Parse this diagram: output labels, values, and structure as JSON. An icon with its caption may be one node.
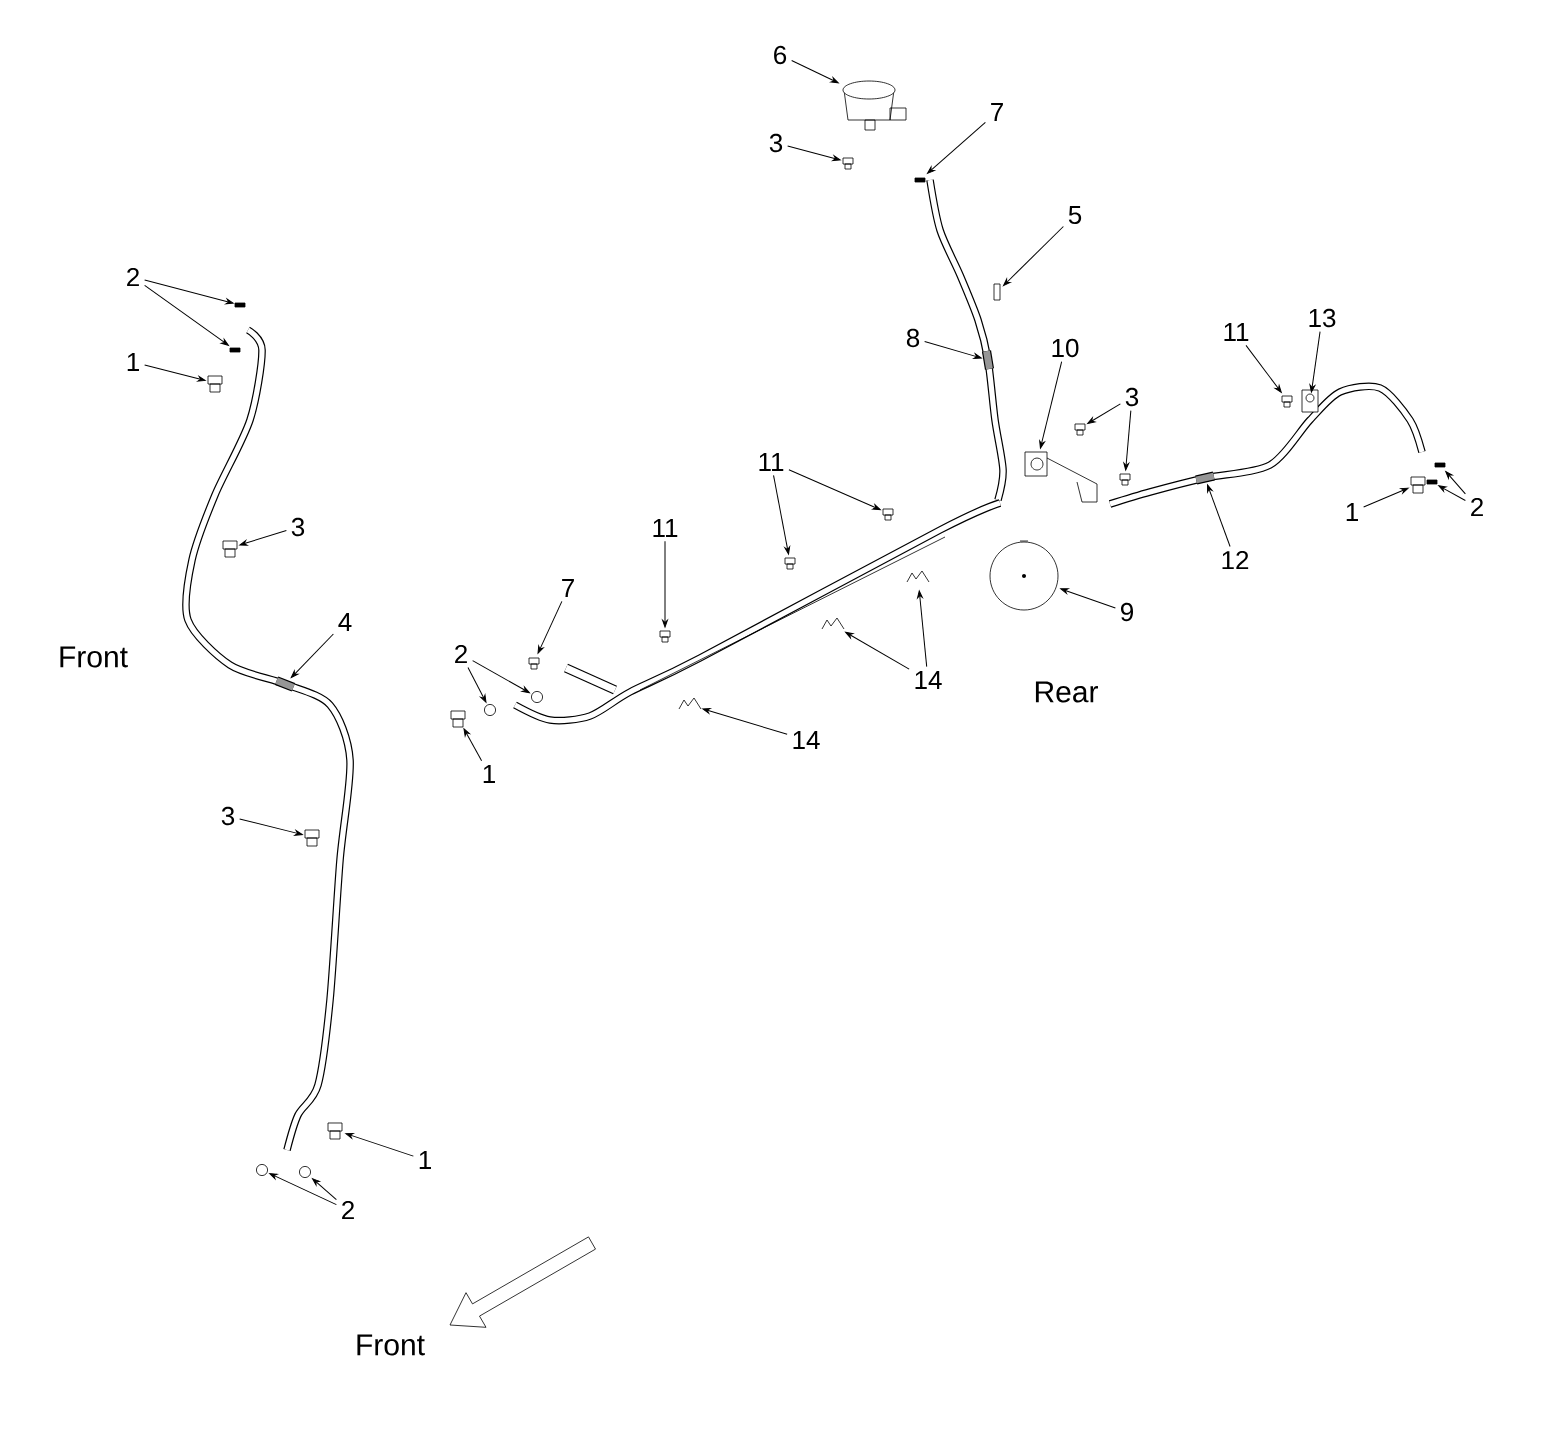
{
  "diagram": {
    "nodes": [
      {
        "text": [
          "6"
        ]
      },
      {
        "text": [],
        "shape": "picture"
      },
      {
        "text": [
          "3"
        ]
      },
      {
        "text": [],
        "shape": "box"
      },
      {
        "text": [
          "7"
        ]
      },
      {
        "text": [],
        "shape": "box"
      },
      {
        "text": [
          "5"
        ]
      },
      {
        "text": [],
        "shape": "box"
      },
      {
        "text": [
          "2"
        ]
      },
      {
        "text": [],
        "shape": "box"
      },
      {
        "text": [],
        "shape": "box"
      },
      {
        "text": [
          "1"
        ]
      },
      {
        "text": [],
        "shape": "box"
      },
      {
        "text": [
          "8"
        ]
      },
      {
        "text": [],
        "shape": "picture"
      },
      {
        "text": [
          "10"
        ]
      },
      {
        "text": [],
        "shape": "picture"
      },
      {
        "text": [
          "3"
        ]
      },
      {
        "text": [],
        "shape": "box"
      },
      {
        "text": [],
        "shape": "box"
      },
      {
        "text": [
          "11"
        ]
      },
      {
        "text": [],
        "shape": "box"
      },
      {
        "text": [
          "13"
        ]
      },
      {
        "text": [],
        "shape": "picture"
      },
      {
        "text": [
          "3"
        ]
      },
      {
        "text": [],
        "shape": "box"
      },
      {
        "text": [
          "11"
        ]
      },
      {
        "text": [],
        "shape": "box"
      },
      {
        "text": [],
        "shape": "box"
      },
      {
        "text": [
          "2"
        ]
      },
      {
        "text": [],
        "shape": "box"
      },
      {
        "text": [],
        "shape": "box"
      },
      {
        "text": [
          "1"
        ]
      },
      {
        "text": [],
        "shape": "box"
      },
      {
        "text": [
          "12"
        ]
      },
      {
        "text": [],
        "shape": "picture"
      },
      {
        "text": [
          "11"
        ]
      },
      {
        "text": [],
        "shape": "box"
      },
      {
        "text": [
          "9"
        ]
      },
      {
        "text": [],
        "shape": "picture"
      },
      {
        "text": [
          "7"
        ]
      },
      {
        "text": [],
        "shape": "box"
      },
      {
        "text": [
          "4"
        ]
      },
      {
        "text": [],
        "shape": "picture"
      },
      {
        "text": [
          "2"
        ]
      },
      {
        "text": [],
        "shape": "circle"
      },
      {
        "text": [],
        "shape": "circle"
      },
      {
        "text": [
          "14"
        ]
      },
      {
        "text": [],
        "shape": "picture"
      },
      {
        "text": [],
        "shape": "picture"
      },
      {
        "text": [
          "1"
        ]
      },
      {
        "text": [],
        "shape": "box"
      },
      {
        "text": [
          "14"
        ]
      },
      {
        "text": [],
        "shape": "picture"
      },
      {
        "text": [
          "3"
        ]
      },
      {
        "text": [],
        "shape": "box"
      },
      {
        "text": [
          "1"
        ]
      },
      {
        "text": [],
        "shape": "box"
      },
      {
        "text": [
          "2"
        ]
      },
      {
        "text": [],
        "shape": "circle"
      },
      {
        "text": [],
        "shape": "circle"
      }
    ],
    "edges": [
      {
        "from": 0,
        "to": 1,
        "arrow": "to"
      },
      {
        "from": 2,
        "to": 3,
        "arrow": "to"
      },
      {
        "from": 4,
        "to": 5,
        "arrow": "to"
      },
      {
        "from": 6,
        "to": 7,
        "arrow": "to"
      },
      {
        "from": 8,
        "to": 9,
        "arrow": "to"
      },
      {
        "from": 8,
        "to": 10,
        "arrow": "to"
      },
      {
        "from": 11,
        "to": 12,
        "arrow": "to"
      },
      {
        "from": 13,
        "to": 14,
        "arrow": "to"
      },
      {
        "from": 15,
        "to": 16,
        "arrow": "to"
      },
      {
        "from": 17,
        "to": 18,
        "arrow": "to"
      },
      {
        "from": 17,
        "to": 19,
        "arrow": "to"
      },
      {
        "from": 20,
        "to": 21,
        "arrow": "to"
      },
      {
        "from": 22,
        "to": 23,
        "arrow": "to"
      },
      {
        "from": 24,
        "to": 25,
        "arrow": "to"
      },
      {
        "from": 26,
        "to": 27,
        "arrow": "to"
      },
      {
        "from": 26,
        "to": 28,
        "arrow": "to"
      },
      {
        "from": 29,
        "to": 30,
        "arrow": "to"
      },
      {
        "from": 29,
        "to": 31,
        "arrow": "to"
      },
      {
        "from": 32,
        "to": 33,
        "arrow": "to"
      },
      {
        "from": 34,
        "to": 35,
        "arrow": "to"
      },
      {
        "from": 36,
        "to": 37,
        "arrow": "to"
      },
      {
        "from": 38,
        "to": 39,
        "arrow": "to"
      },
      {
        "from": 40,
        "to": 41,
        "arrow": "to"
      },
      {
        "from": 42,
        "to": 43,
        "arrow": "to"
      },
      {
        "from": 44,
        "to": 45,
        "arrow": "to"
      },
      {
        "from": 44,
        "to": 46,
        "arrow": "to"
      },
      {
        "from": 47,
        "to": 48,
        "arrow": "to"
      },
      {
        "from": 47,
        "to": 49,
        "arrow": "to"
      },
      {
        "from": 50,
        "to": 51,
        "arrow": "to"
      },
      {
        "from": 52,
        "to": 53,
        "arrow": "to"
      },
      {
        "from": 54,
        "to": 55,
        "arrow": "to"
      },
      {
        "from": 56,
        "to": 57,
        "arrow": "to"
      },
      {
        "from": 58,
        "to": 59,
        "arrow": "to"
      },
      {
        "from": 58,
        "to": 60,
        "arrow": "to"
      }
    ],
    "labels": [
      "Front",
      "Rear",
      "Front"
    ]
  }
}
